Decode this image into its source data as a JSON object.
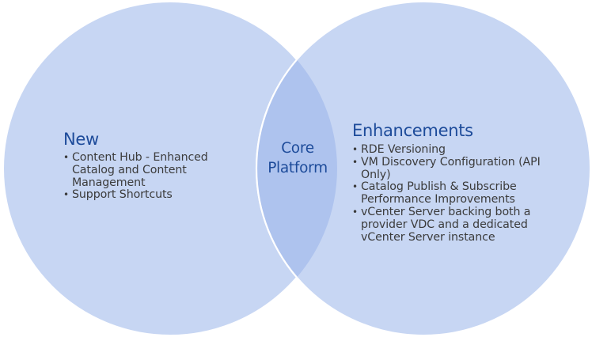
{
  "diagram": {
    "type": "venn",
    "colors": {
      "circle_fill": "#c7d6f3",
      "overlap_fill": "#aec3ee",
      "border": "#ffffff",
      "heading": "#1d4b9a",
      "body_text": "#3b3b3b"
    },
    "left_set": {
      "heading": "New",
      "items": [
        "Content Hub - Enhanced Catalog and Content Management",
        "Support Shortcuts"
      ]
    },
    "intersection": {
      "line1": "Core",
      "line2": "Platform"
    },
    "right_set": {
      "heading": "Enhancements",
      "items": [
        "RDE Versioning",
        "VM Discovery Configuration (API Only)",
        "Catalog Publish & Subscribe Performance Improvements",
        "vCenter Server backing both a provider VDC and a dedicated vCenter Server instance"
      ]
    }
  }
}
